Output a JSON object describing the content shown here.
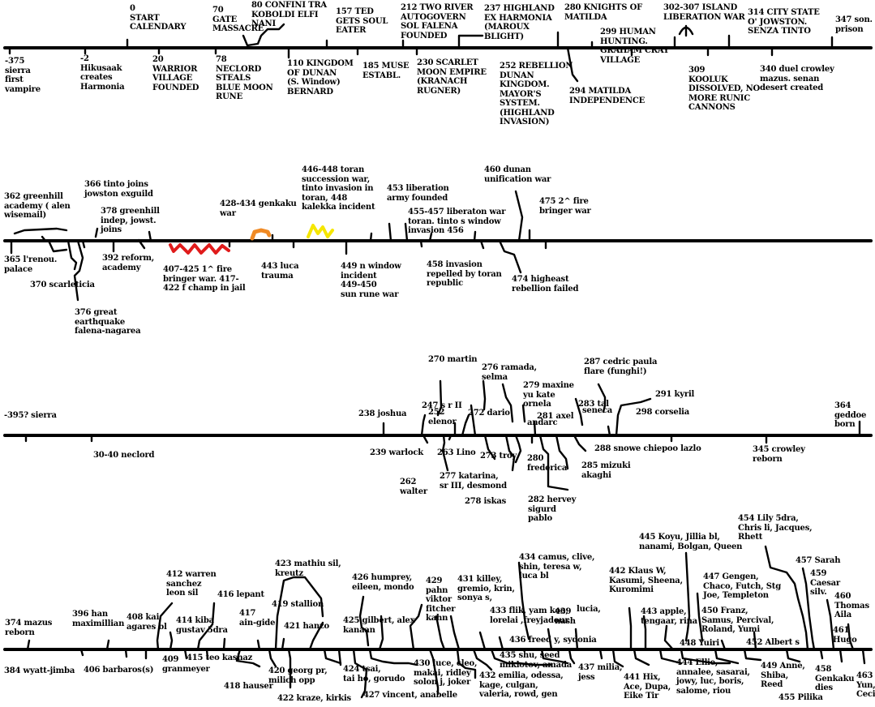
{
  "colors": {
    "ink": "#000000",
    "paper": "#ffffff",
    "red_mark": "#e01b1b",
    "orange_mark": "#f08a24",
    "yellow_mark": "#f5e600"
  },
  "rows": [
    {
      "id": "row1",
      "events": [
        {
          "id": "e0",
          "text": "0\nSTART\nCALENDARY"
        },
        {
          "id": "e70",
          "text": "70\nGATE\nMASSACRE"
        },
        {
          "id": "e80",
          "text": "80 CONFINI TRA\nKOBOLDI ELFI\nNANI"
        },
        {
          "id": "e157",
          "text": "157 TED\nGETS SOUL\nEATER"
        },
        {
          "id": "e212",
          "text": "212 TWO RIVER\nAUTOGOVERN\nSOL FALENA\nFOUNDED"
        },
        {
          "id": "e237",
          "text": "237 HIGHLAND\nEX HARMONIA\n(MAROUX\nBLIGHT)"
        },
        {
          "id": "e280",
          "text": "280 KNIGHTS OF\nMATILDA"
        },
        {
          "id": "e299",
          "text": "299 HUMAN\nHUNTING.\nGRAHAM CRAY\nVILLAGE"
        },
        {
          "id": "e302",
          "text": "302-307 ISLAND\nLIBERATION WAR"
        },
        {
          "id": "e314",
          "text": "314 CITY STATE\nO' JOWSTON.\nSENZA TINTO"
        },
        {
          "id": "e347",
          "text": "347 son.\nprison"
        },
        {
          "id": "e_375",
          "text": "-375\nsierra\nfirst\nvampire"
        },
        {
          "id": "e_2",
          "text": "-2\nHikusaak\ncreates\nHarmonia"
        },
        {
          "id": "e20",
          "text": "20\nWARRIOR\nVILLAGE\nFOUNDED"
        },
        {
          "id": "e78",
          "text": "78\nNECLORD\nSTEALS\nBLUE MOON\nRUNE"
        },
        {
          "id": "e110",
          "text": "110 KINGDOM\nOF DUNAN\n(S. Window)\nBERNARD"
        },
        {
          "id": "e185",
          "text": "185 MUSE\nESTABL."
        },
        {
          "id": "e230",
          "text": "230 SCARLET\nMOON EMPIRE\n(KRANACH\nRUGNER)"
        },
        {
          "id": "e252",
          "text": "252 REBELLION\nDUNAN\nKINGDOM.\nMAYOR'S\nSYSTEM.\n(HIGHLAND\nINVASION)"
        },
        {
          "id": "e294",
          "text": "294 MATILDA\nINDEPENDENCE"
        },
        {
          "id": "e309",
          "text": "309\nKOOLUK\nDISSOLVED, NO\nMORE RUNIC\nCANNONS"
        },
        {
          "id": "e340",
          "text": "340 duel crowley\nmazus. senan\ndesert created"
        }
      ]
    },
    {
      "id": "row2",
      "events": [
        {
          "id": "e362",
          "text": "362 greenhill\nacademy ( alen\nwisemail)"
        },
        {
          "id": "e366",
          "text": "366 tinto joins\njowston exguild"
        },
        {
          "id": "e378",
          "text": "378 greenhill\nindep, jowst.\njoins"
        },
        {
          "id": "e428",
          "text": "428-434 genkaku\nwar"
        },
        {
          "id": "e446",
          "text": "446-448 toran\nsuccession war,\ntinto invasion in\ntoran, 448\nkalekka incident"
        },
        {
          "id": "e453",
          "text": "453 liberation\narmy founded"
        },
        {
          "id": "e455",
          "text": "455-457 liberaton war\ntoran. tinto s window\ninvasion 456"
        },
        {
          "id": "e460",
          "text": "460 dunan\nunification war"
        },
        {
          "id": "e475",
          "text": "475 2^ fire\nbringer war"
        },
        {
          "id": "e365",
          "text": "365 l'renou.\npalace"
        },
        {
          "id": "e370",
          "text": "370 scarleticia"
        },
        {
          "id": "e376",
          "text": "376 great\nearthquake\nfalena-nagarea"
        },
        {
          "id": "e392",
          "text": "392 reform,\nacademy"
        },
        {
          "id": "e407",
          "text": "407-425 1^ fire\nbringer war. 417-\n422 f champ in jail"
        },
        {
          "id": "e443",
          "text": "443 luca\ntrauma"
        },
        {
          "id": "e449",
          "text": "449 n window\nincident\n449-450\nsun rune war"
        },
        {
          "id": "e458",
          "text": "458 invasion\nrepelled by toran\nrepublic"
        },
        {
          "id": "e474",
          "text": "474 higheast\nrebellion failed"
        }
      ]
    },
    {
      "id": "row3",
      "events": [
        {
          "id": "b_395",
          "text": "-395? sierra"
        },
        {
          "id": "b270",
          "text": "270 martin"
        },
        {
          "id": "b276",
          "text": "276 ramada,\nselma"
        },
        {
          "id": "b287",
          "text": "287 cedric paula\nflare (funghi!)"
        },
        {
          "id": "b279",
          "text": "279 maxine\nyu kate\nornela"
        },
        {
          "id": "b291",
          "text": "291 kyril"
        },
        {
          "id": "b247",
          "text": "247 s r II"
        },
        {
          "id": "b283",
          "text": "283 tal"
        },
        {
          "id": "b238",
          "text": "238 joshua"
        },
        {
          "id": "b252",
          "text": "252\nelenor"
        },
        {
          "id": "b272",
          "text": "272 dario"
        },
        {
          "id": "b_seneca",
          "text": "seneca"
        },
        {
          "id": "b281",
          "text": "281 axel"
        },
        {
          "id": "b_andarc",
          "text": "andarc"
        },
        {
          "id": "b298",
          "text": "298 corselia"
        },
        {
          "id": "b364",
          "text": "364\ngeddoe\nborn"
        },
        {
          "id": "b30",
          "text": "30-40 neclord"
        },
        {
          "id": "b239",
          "text": "239 warlock"
        },
        {
          "id": "b263",
          "text": "263 Lino"
        },
        {
          "id": "b273",
          "text": "273 troy"
        },
        {
          "id": "b288",
          "text": "288 snowe chiepoo lazlo"
        },
        {
          "id": "b345",
          "text": "345 crowley\nreborn"
        },
        {
          "id": "b280",
          "text": "280\nfrederica"
        },
        {
          "id": "b285",
          "text": "285 mizuki\nakaghi"
        },
        {
          "id": "b262",
          "text": "262\nwalter"
        },
        {
          "id": "b277",
          "text": "277 katarina,\nsr III, desmond"
        },
        {
          "id": "b278",
          "text": "278 iskas"
        },
        {
          "id": "b282",
          "text": "282 hervey\nsigurd\npablo"
        }
      ]
    },
    {
      "id": "row4",
      "events": [
        {
          "id": "c454",
          "text": "454 Lily 5dra,\nChris li, Jacques,\nRhett"
        },
        {
          "id": "c445",
          "text": "445 Koyu, Jillia bl,\nnanami, Bolgan, Queen"
        },
        {
          "id": "c434",
          "text": "434 camus, clive,\nshin, teresa w,\nluca bl"
        },
        {
          "id": "c457",
          "text": "457 Sarah"
        },
        {
          "id": "c423",
          "text": "423 mathiu sil,\nkreutz"
        },
        {
          "id": "c412",
          "text": "412 warren\nsanchez\nleon sil"
        },
        {
          "id": "c426",
          "text": "426 humprey,\neileen, mondo"
        },
        {
          "id": "c429",
          "text": "429\npahn\nviktor\nfitcher\nkahn"
        },
        {
          "id": "c431",
          "text": "431 killey,\ngremio, krin,\nsonya s,"
        },
        {
          "id": "c442",
          "text": "442 Klaus W,\nKasumi, Sheena,\nKuromimi"
        },
        {
          "id": "c447",
          "text": "447 Gengen,\nChaco, Futch, Stg\nJoe, Templeton"
        },
        {
          "id": "c459",
          "text": "459\nCaesar\nsilv."
        },
        {
          "id": "c416",
          "text": "416 lepant"
        },
        {
          "id": "c450",
          "text": "450 Franz,\nSamus, Percival,\nRoland, Yumi"
        },
        {
          "id": "c460",
          "text": "460\nThomas\nAila"
        },
        {
          "id": "c396",
          "text": "396 han\nmaximillian"
        },
        {
          "id": "c417",
          "text": "417\nain-gide"
        },
        {
          "id": "c419",
          "text": "419 stallion"
        },
        {
          "id": "c433",
          "text": "433 flik, yam koo,\nlorelai ,freyjadour"
        },
        {
          "id": "c439",
          "text": "439\nnash"
        },
        {
          "id": "c_lucia",
          "text": "lucia,"
        },
        {
          "id": "c443",
          "text": "443 apple,\ntengaar, rina"
        },
        {
          "id": "c374",
          "text": "374 mazus\nreborn"
        },
        {
          "id": "c408",
          "text": "408 kai\nagares bl"
        },
        {
          "id": "c414",
          "text": "414 kiba\ngustav 5dra"
        },
        {
          "id": "c421",
          "text": "421 hanzo"
        },
        {
          "id": "c425",
          "text": "425 gilbert, alex\nkanaan"
        },
        {
          "id": "c461",
          "text": "461\nHugo"
        },
        {
          "id": "c436",
          "text": "436 freed y, sydonia"
        },
        {
          "id": "c448",
          "text": "448 Yuiri"
        },
        {
          "id": "c452",
          "text": "452 Albert s"
        },
        {
          "id": "c384",
          "text": "384 wyatt-jimba"
        },
        {
          "id": "c406",
          "text": "406 barbaros(s)"
        },
        {
          "id": "c409",
          "text": "409\ngranmeyer"
        },
        {
          "id": "c415",
          "text": "415 teo kashaz"
        },
        {
          "id": "c435",
          "text": "435 shu, seed\nmiklotov, amada"
        },
        {
          "id": "c430",
          "text": "430 luce, cleo,\nmakai, ridley\nsolon j, joker"
        },
        {
          "id": "c420",
          "text": "420 georg pr,\nmilich opp"
        },
        {
          "id": "c424",
          "text": "424 tsai,\ntai ho, gorudo"
        },
        {
          "id": "c437",
          "text": "437 milia,\njess"
        },
        {
          "id": "c444",
          "text": "444 Ellie,\nannalee, sasarai,\njowy, luc, boris,\nsalome, riou"
        },
        {
          "id": "c449",
          "text": "449 Anne,\nShiba,\nReed"
        },
        {
          "id": "c458",
          "text": "458\nGenkaku\ndies"
        },
        {
          "id": "c463",
          "text": "463\nYun,\nCecile"
        },
        {
          "id": "c418",
          "text": "418 hauser"
        },
        {
          "id": "c432",
          "text": "432 emilia, odessa,\nkage, culgan,\nvaleria, rowd, gen"
        },
        {
          "id": "c441",
          "text": "441 Hix,\nAce, Dupa,\nEike Tir"
        },
        {
          "id": "c422",
          "text": "422 kraze, kirkis"
        },
        {
          "id": "c427",
          "text": "427 vincent, anabelle"
        },
        {
          "id": "c455",
          "text": "455 Pilika"
        }
      ]
    }
  ]
}
